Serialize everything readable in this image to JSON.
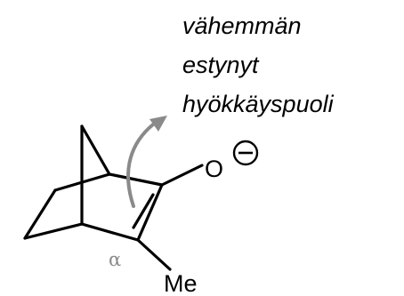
{
  "annotation": {
    "line1": "vähemmän",
    "line2": "estynyt",
    "line3": "hyökkäyspuoli"
  },
  "atoms": {
    "oxygen": "O",
    "methyl": "Me",
    "alpha": "α"
  },
  "charge": {
    "symbol": "−"
  },
  "colors": {
    "bonds": "#000000",
    "arrow": "#8a8a8a",
    "alpha": "#8a8a8a"
  }
}
